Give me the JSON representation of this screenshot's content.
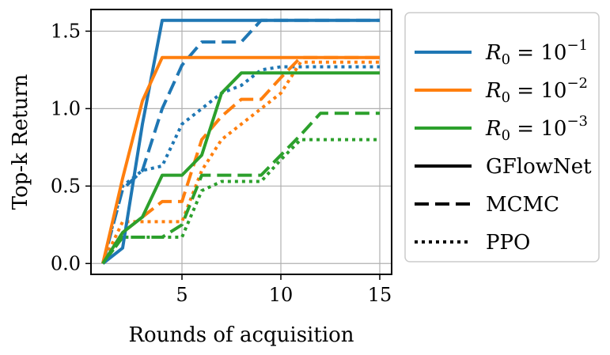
{
  "chart_data": {
    "type": "line",
    "title": "",
    "xlabel": "Rounds of acquisition",
    "ylabel": "Top-k Return",
    "xlim": [
      0.4,
      15.6
    ],
    "ylim": [
      -0.07,
      1.64
    ],
    "xticks": [
      5,
      10,
      15
    ],
    "yticks": [
      0.0,
      0.5,
      1.0,
      1.5
    ],
    "xtick_labels": [
      "5",
      "10",
      "15"
    ],
    "ytick_labels": [
      "0.0",
      "0.5",
      "1.0",
      "1.5"
    ],
    "grid": true,
    "legend_position": "outside-right",
    "colors": {
      "blue": "#1f77b4",
      "orange": "#ff7f0e",
      "green": "#2ca02c",
      "black": "#000000"
    },
    "legend": [
      {
        "label_base": "R",
        "label_sub": "0",
        "label_mid": " = 10",
        "label_sup": "−1",
        "color": "#1f77b4",
        "style": "solid"
      },
      {
        "label_base": "R",
        "label_sub": "0",
        "label_mid": " = 10",
        "label_sup": "−2",
        "color": "#ff7f0e",
        "style": "solid"
      },
      {
        "label_base": "R",
        "label_sub": "0",
        "label_mid": " = 10",
        "label_sup": "−3",
        "color": "#2ca02c",
        "style": "solid"
      },
      {
        "label": "GFlowNet",
        "color": "#000000",
        "style": "solid"
      },
      {
        "label": "MCMC",
        "color": "#000000",
        "style": "dashed"
      },
      {
        "label": "PPO",
        "color": "#000000",
        "style": "dotted"
      }
    ],
    "x": [
      1,
      2,
      3,
      4,
      5,
      6,
      7,
      8,
      9,
      10,
      11,
      12,
      13,
      14,
      15
    ],
    "series": [
      {
        "color": "#1f77b4",
        "style": "solid",
        "values": [
          0.0,
          0.1,
          0.9,
          1.57,
          1.57,
          1.57,
          1.57,
          1.57,
          1.57,
          1.57,
          1.57,
          1.57,
          1.57,
          1.57,
          1.57
        ]
      },
      {
        "color": "#1f77b4",
        "style": "dashed",
        "values": [
          0.0,
          0.48,
          0.6,
          1.0,
          1.28,
          1.43,
          1.43,
          1.43,
          1.57,
          1.57,
          1.57,
          1.57,
          1.57,
          1.57,
          1.57
        ]
      },
      {
        "color": "#1f77b4",
        "style": "dotted",
        "values": [
          0.0,
          0.5,
          0.6,
          0.63,
          0.9,
          1.0,
          1.1,
          1.15,
          1.25,
          1.27,
          1.27,
          1.27,
          1.27,
          1.27,
          1.27
        ]
      },
      {
        "color": "#ff7f0e",
        "style": "solid",
        "values": [
          0.0,
          0.55,
          1.05,
          1.33,
          1.33,
          1.33,
          1.33,
          1.33,
          1.33,
          1.33,
          1.33,
          1.33,
          1.33,
          1.33,
          1.33
        ]
      },
      {
        "color": "#ff7f0e",
        "style": "dashed",
        "values": [
          0.0,
          0.2,
          0.3,
          0.4,
          0.4,
          0.8,
          0.95,
          1.06,
          1.06,
          1.2,
          1.33,
          1.33,
          1.33,
          1.33,
          1.33
        ]
      },
      {
        "color": "#ff7f0e",
        "style": "dotted",
        "values": [
          0.0,
          0.27,
          0.27,
          0.27,
          0.27,
          0.6,
          0.8,
          0.9,
          1.0,
          1.1,
          1.3,
          1.3,
          1.3,
          1.3,
          1.3
        ]
      },
      {
        "color": "#2ca02c",
        "style": "solid",
        "values": [
          0.0,
          0.2,
          0.3,
          0.57,
          0.57,
          0.7,
          1.1,
          1.23,
          1.23,
          1.23,
          1.23,
          1.23,
          1.23,
          1.23,
          1.23
        ]
      },
      {
        "color": "#2ca02c",
        "style": "dashed",
        "values": [
          0.0,
          0.17,
          0.17,
          0.17,
          0.25,
          0.57,
          0.57,
          0.57,
          0.57,
          0.7,
          0.83,
          0.97,
          0.97,
          0.97,
          0.97
        ]
      },
      {
        "color": "#2ca02c",
        "style": "dotted",
        "values": [
          0.0,
          0.17,
          0.17,
          0.17,
          0.17,
          0.47,
          0.53,
          0.53,
          0.53,
          0.67,
          0.8,
          0.8,
          0.8,
          0.8,
          0.8
        ]
      }
    ]
  }
}
